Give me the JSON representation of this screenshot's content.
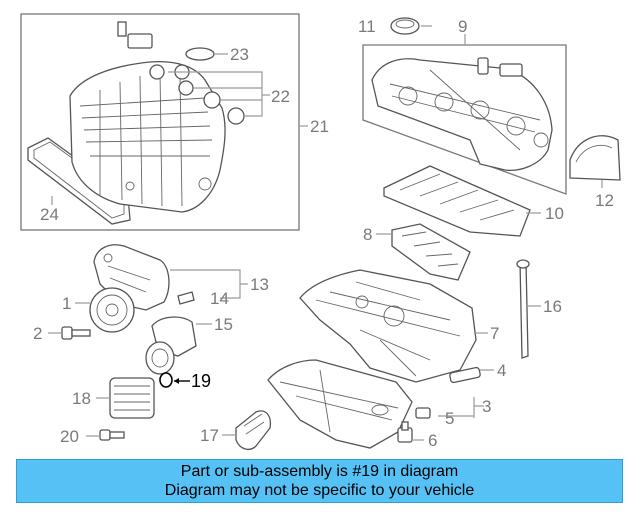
{
  "colors": {
    "banner_bg": "#55c1f5",
    "callout_default": "#7a7a7a",
    "callout_highlight": "#000000"
  },
  "highlighted_part": "19",
  "callouts": {
    "c1": "1",
    "c2": "2",
    "c3": "3",
    "c4": "4",
    "c5": "5",
    "c6": "6",
    "c7": "7",
    "c8": "8",
    "c9": "9",
    "c10": "10",
    "c11": "11",
    "c12": "12",
    "c13": "13",
    "c14": "14",
    "c15": "15",
    "c16": "16",
    "c17": "17",
    "c18": "18",
    "c19": "19",
    "c20": "20",
    "c21": "21",
    "c22": "22",
    "c23": "23",
    "c24": "24"
  },
  "banner": {
    "line1": "Part or sub-assembly is #19 in diagram",
    "line2": "Diagram may not be specific to your vehicle"
  }
}
